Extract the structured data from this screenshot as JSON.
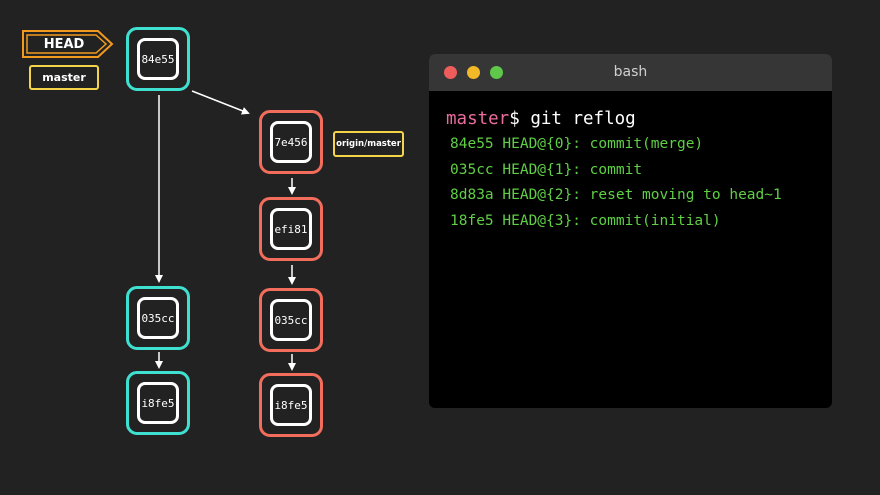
{
  "colors": {
    "background": "#222222",
    "local_branch": "#3fe0d0",
    "remote_branch": "#f26d5b",
    "head": "#f29a1f",
    "tag_border": "#f3d44a",
    "prompt_branch": "#e96c9c",
    "output": "#5fcf45"
  },
  "graph": {
    "head_label": "HEAD",
    "master_label": "master",
    "origin_master_label": "origin/master",
    "local_commits": [
      "84e55",
      "035cc",
      "i8fe5"
    ],
    "remote_commits": [
      "7e456",
      "efi81",
      "035cc",
      "i8fe5"
    ]
  },
  "terminal": {
    "title": "bash",
    "prompt_branch": "master",
    "prompt_sign": "$",
    "command": "git reflog",
    "output": [
      "84e55 HEAD@{0}: commit(merge)",
      "035cc HEAD@{1}: commit",
      "8d83a HEAD@{2}: reset moving to head~1",
      "18fe5 HEAD@{3}: commit(initial)"
    ]
  }
}
